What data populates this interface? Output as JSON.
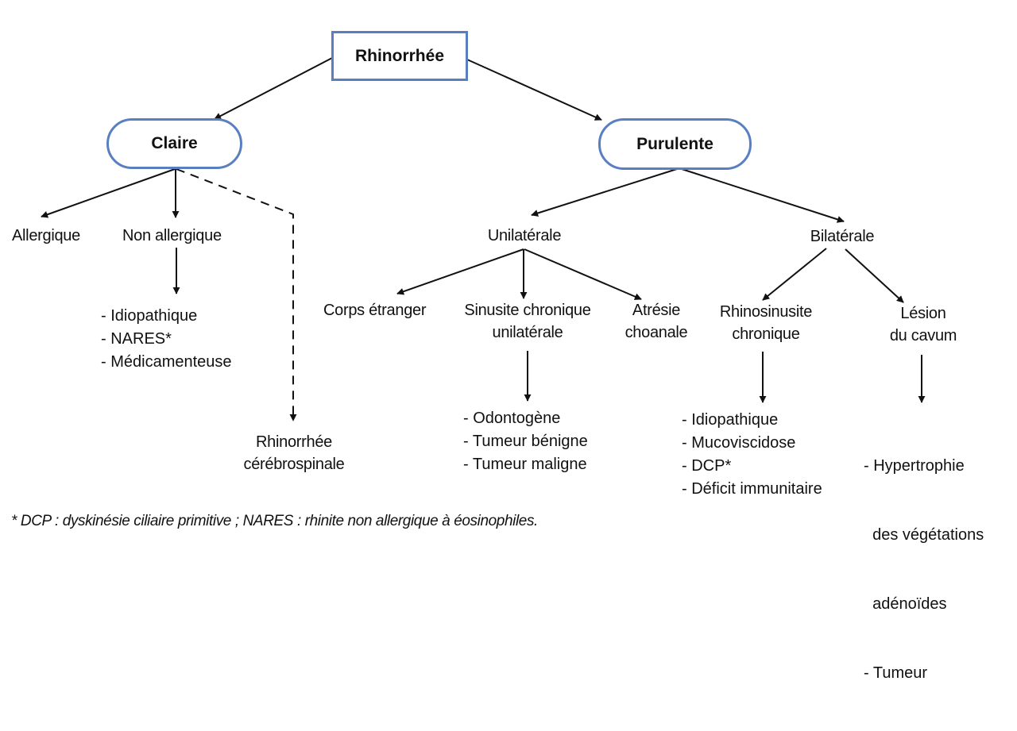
{
  "diagram": {
    "root": "Rhinorrhée",
    "level1": {
      "claire": "Claire",
      "purulente": "Purulente"
    },
    "claire_children": {
      "allergique": "Allergique",
      "non_allergique": "Non allergique",
      "csf": [
        "Rhinorrhée",
        "cérébrospinale"
      ]
    },
    "non_allergique_causes": [
      "- Idiopathique",
      "- NARES*",
      "- Médicamenteuse"
    ],
    "purulente_children": {
      "unilaterale": "Unilatérale",
      "bilaterale": "Bilatérale"
    },
    "unilaterale_children": {
      "corps_etranger": "Corps étranger",
      "sinusite": [
        "Sinusite chronique",
        "unilatérale"
      ],
      "atresie": [
        "Atrésie",
        "choanale"
      ]
    },
    "sinusite_causes": [
      "- Odontogène",
      "- Tumeur bénigne",
      "- Tumeur maligne"
    ],
    "bilaterale_children": {
      "rhinosinusite": [
        "Rhinosinusite",
        "chronique"
      ],
      "lesion": [
        "Lésion",
        "du cavum"
      ]
    },
    "rhinosinusite_causes": [
      "- Idiopathique",
      "- Mucoviscidose",
      "- DCP*",
      "- Déficit immunitaire"
    ],
    "lesion_causes": [
      "- Hypertrophie",
      "  des végétations",
      "  adénoïdes",
      "- Tumeur"
    ]
  },
  "footnote": "* DCP : dyskinésie ciliaire primitive ; NARES : rhinite non allergique à éosinophiles.",
  "colors": {
    "box_border": "#5a7fc0",
    "line": "#111111"
  }
}
